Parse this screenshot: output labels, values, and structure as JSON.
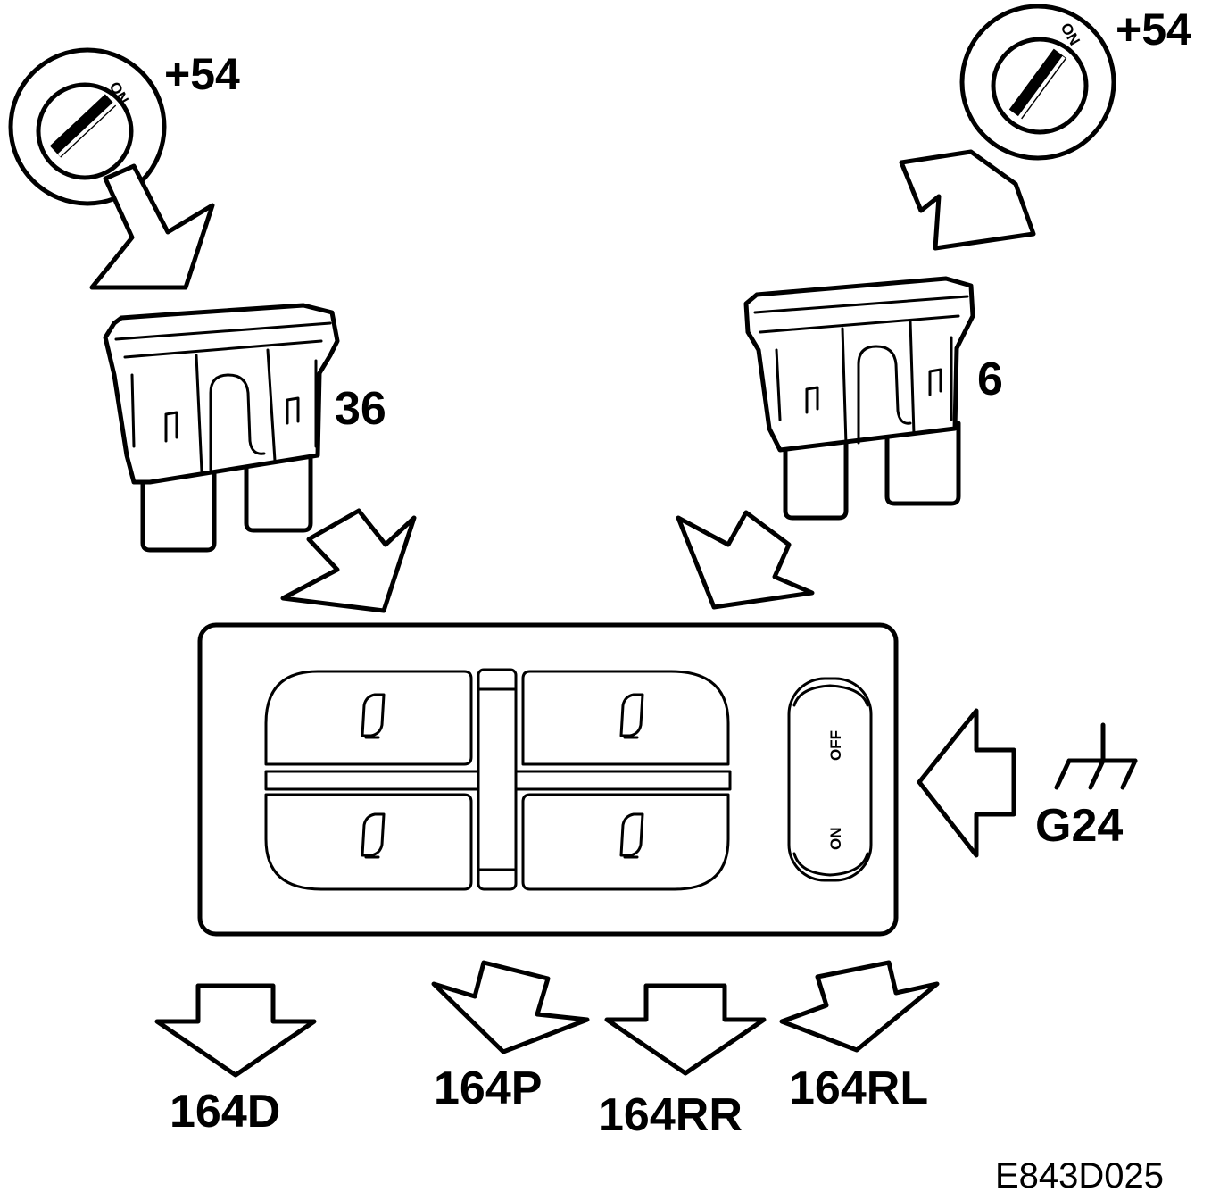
{
  "ignition": {
    "left": {
      "switch_label": "ON",
      "terminal": "+54"
    },
    "right": {
      "switch_label": "ON",
      "terminal": "+54"
    }
  },
  "fuses": {
    "left": {
      "number": "36"
    },
    "right": {
      "number": "6"
    }
  },
  "switch_panel": {
    "child_lock": {
      "off_label": "OFF",
      "on_label": "ON"
    }
  },
  "ground": {
    "label": "G24"
  },
  "outputs": [
    "164D",
    "164P",
    "164RR",
    "164RL"
  ],
  "reference": "E843D025"
}
